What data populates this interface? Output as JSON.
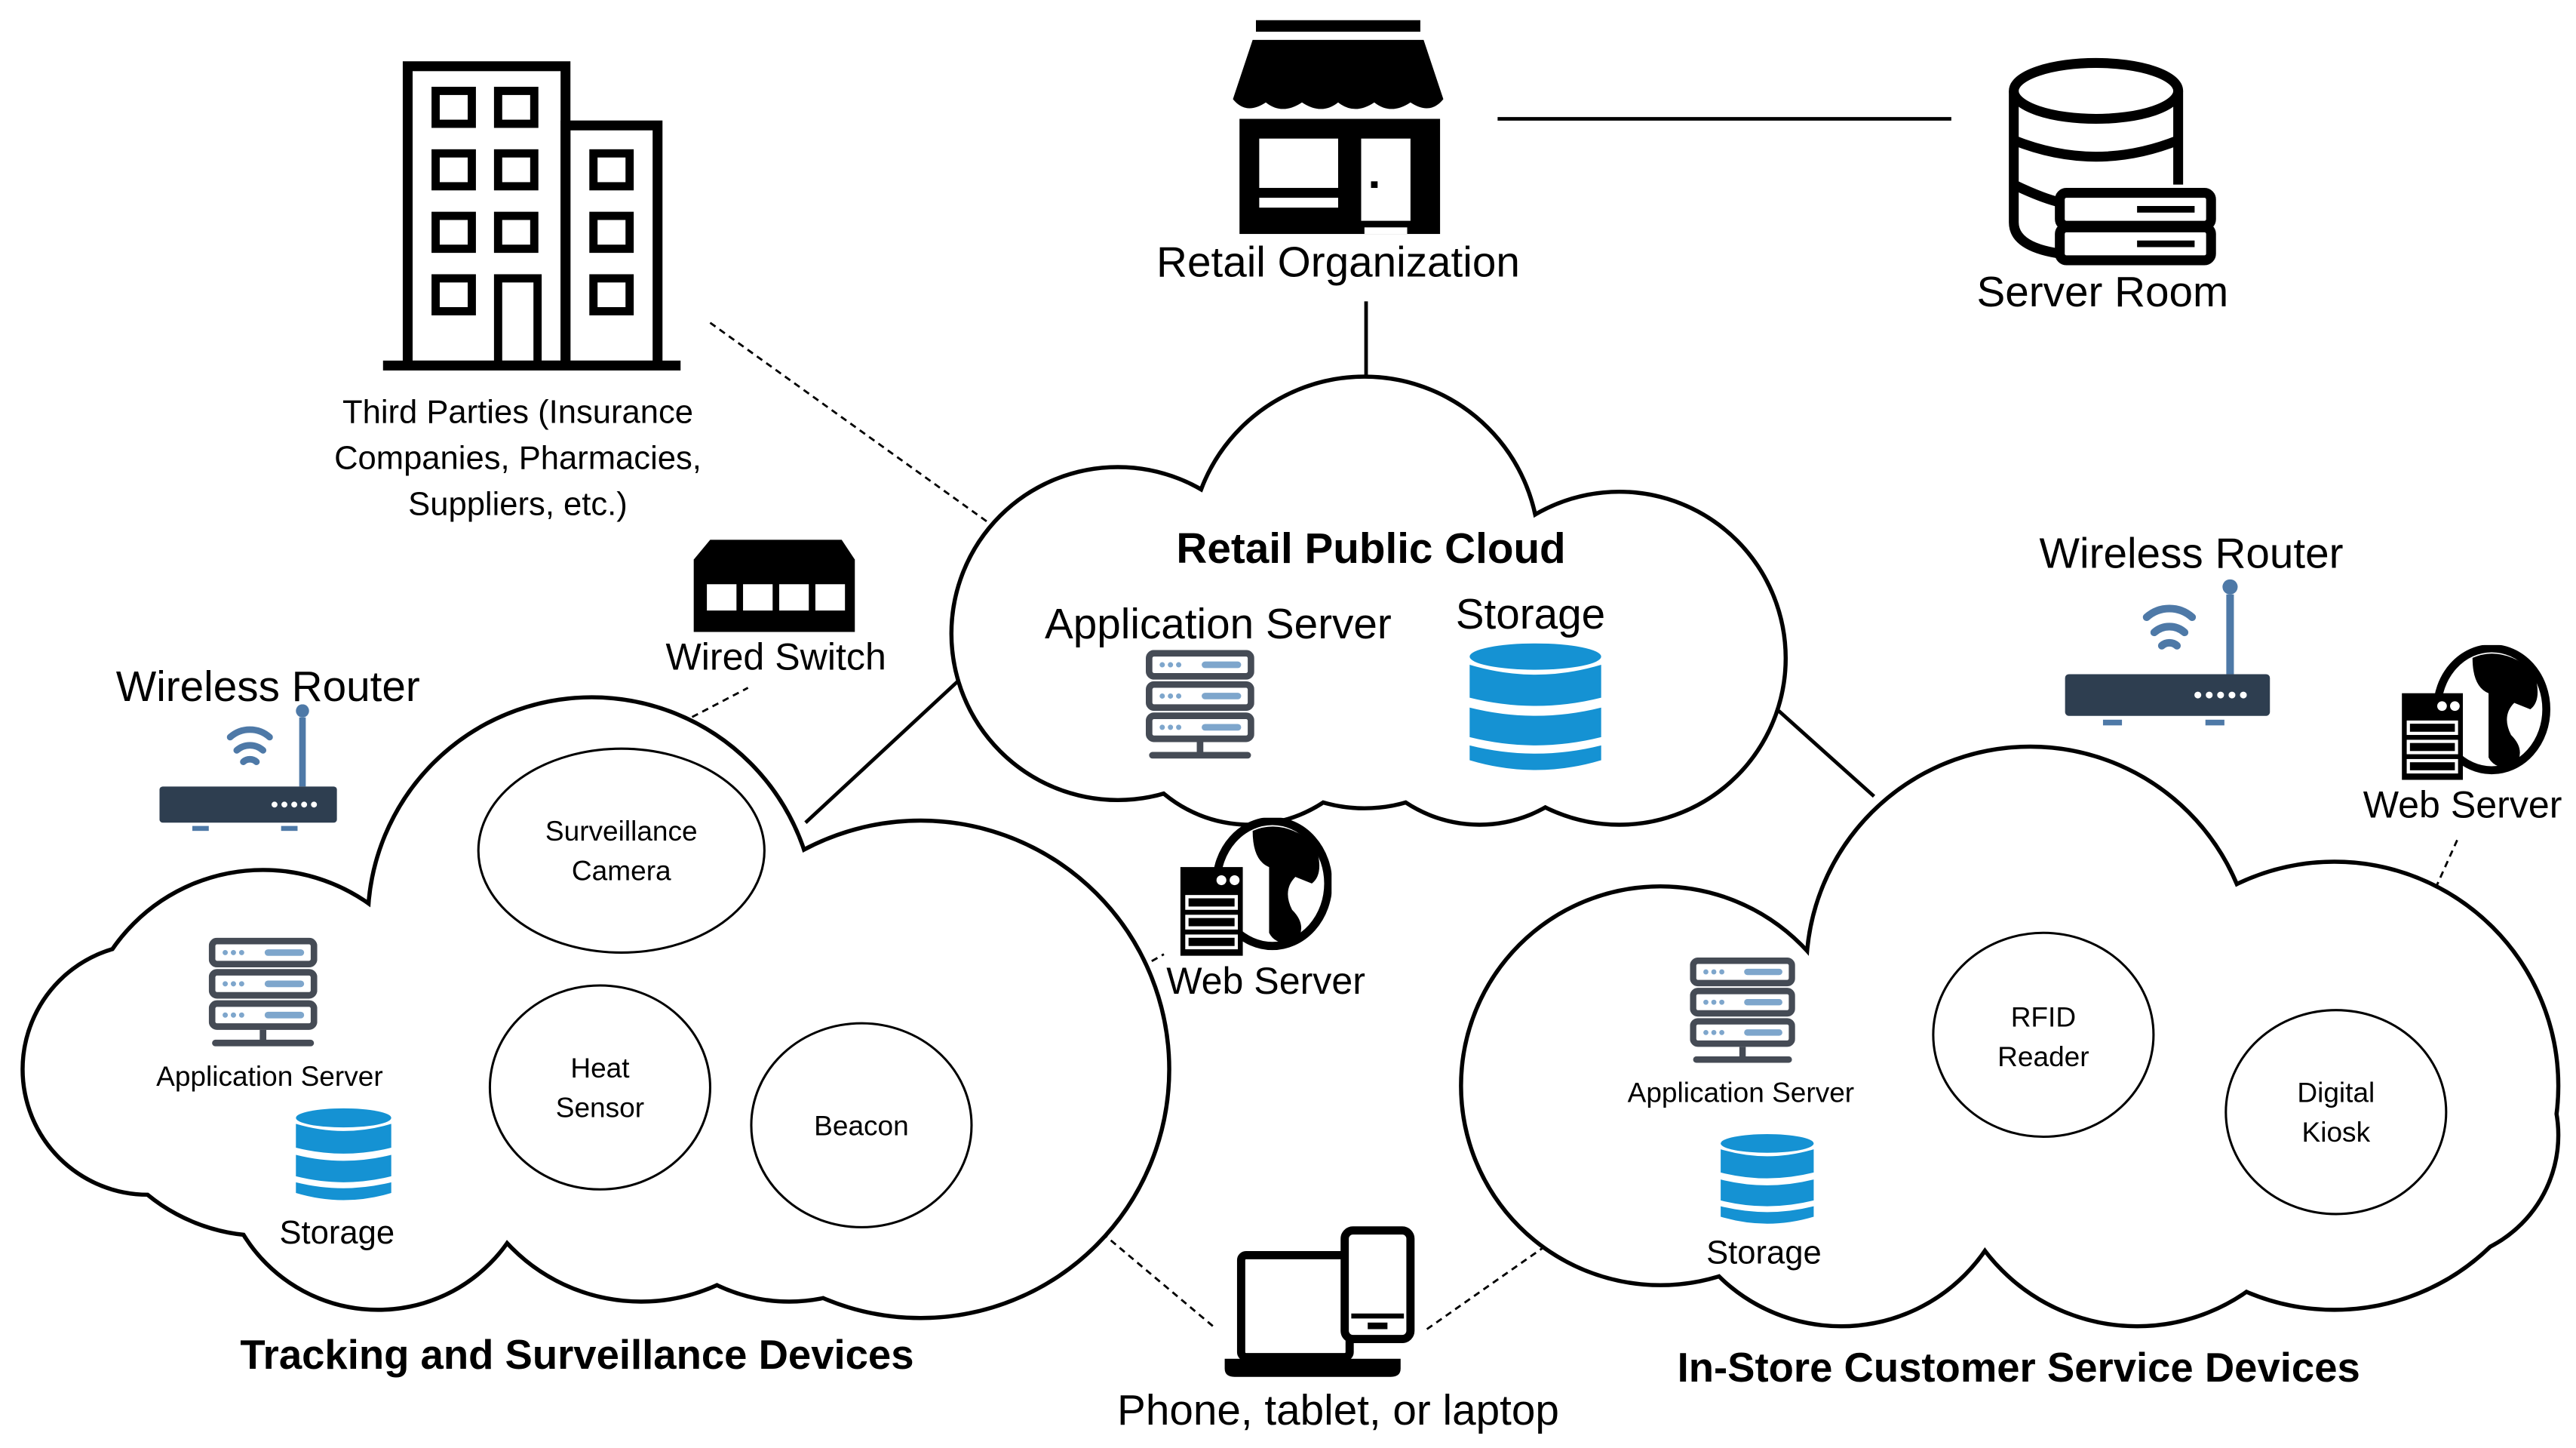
{
  "colors": {
    "storage_blue": "#1592d3",
    "server_gray": "#454b55",
    "server_accent": "#7ea6cc",
    "router_body": "#2e3e50",
    "router_blue": "#4e79a7"
  },
  "top": {
    "retail_org": "Retail Organization",
    "server_room": "Server Room",
    "third_parties": [
      "Third Parties (Insurance",
      "Companies, Pharmacies,",
      "Suppliers, etc.)"
    ],
    "wired_switch": "Wired Switch"
  },
  "public_cloud": {
    "title": "Retail Public Cloud",
    "app_server": "Application Server",
    "storage": "Storage"
  },
  "left_cloud": {
    "title": "Tracking and Surveillance Devices",
    "router": "Wireless Router",
    "app_server": "Application Server",
    "storage": "Storage",
    "camera": [
      "Surveillance",
      "Camera"
    ],
    "heat": [
      "Heat",
      "Sensor"
    ],
    "beacon": "Beacon"
  },
  "middle": {
    "web_server": "Web Server",
    "devices": "Phone, tablet, or laptop"
  },
  "right_cloud": {
    "title": "In-Store Customer Service Devices",
    "router": "Wireless Router",
    "web_server": "Web Server",
    "app_server": "Application Server",
    "storage": "Storage",
    "rfid": [
      "RFID",
      "Reader"
    ],
    "kiosk": [
      "Digital",
      "Kiosk"
    ]
  }
}
